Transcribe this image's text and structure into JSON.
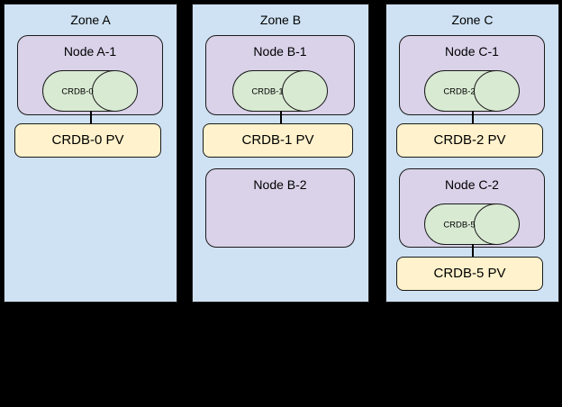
{
  "colors": {
    "page_bg": "#000000",
    "zone_fill": "#cfe2f3",
    "zone_border": "#1f1f1f",
    "node_fill": "#d9d2e9",
    "node_border": "#1a1a1a",
    "cylinder_fill": "#d9ead3",
    "cylinder_border": "#1a1a1a",
    "pv_fill": "#fff2cc",
    "pv_border": "#1a1a1a",
    "text": "#000000",
    "connector": "#000000"
  },
  "zones": [
    {
      "label": "Zone A",
      "nodes": [
        {
          "label": "Node A-1",
          "cylinder": "CRDB-0",
          "pv": "CRDB-0 PV"
        }
      ]
    },
    {
      "label": "Zone B",
      "nodes": [
        {
          "label": "Node B-1",
          "cylinder": "CRDB-1",
          "pv": "CRDB-1 PV"
        },
        {
          "label": "Node B-2"
        }
      ]
    },
    {
      "label": "Zone C",
      "nodes": [
        {
          "label": "Node C-1",
          "cylinder": "CRDB-2",
          "pv": "CRDB-2 PV"
        },
        {
          "label": "Node C-2",
          "cylinder": "CRDB-5",
          "pv": "CRDB-5 PV"
        }
      ]
    }
  ]
}
